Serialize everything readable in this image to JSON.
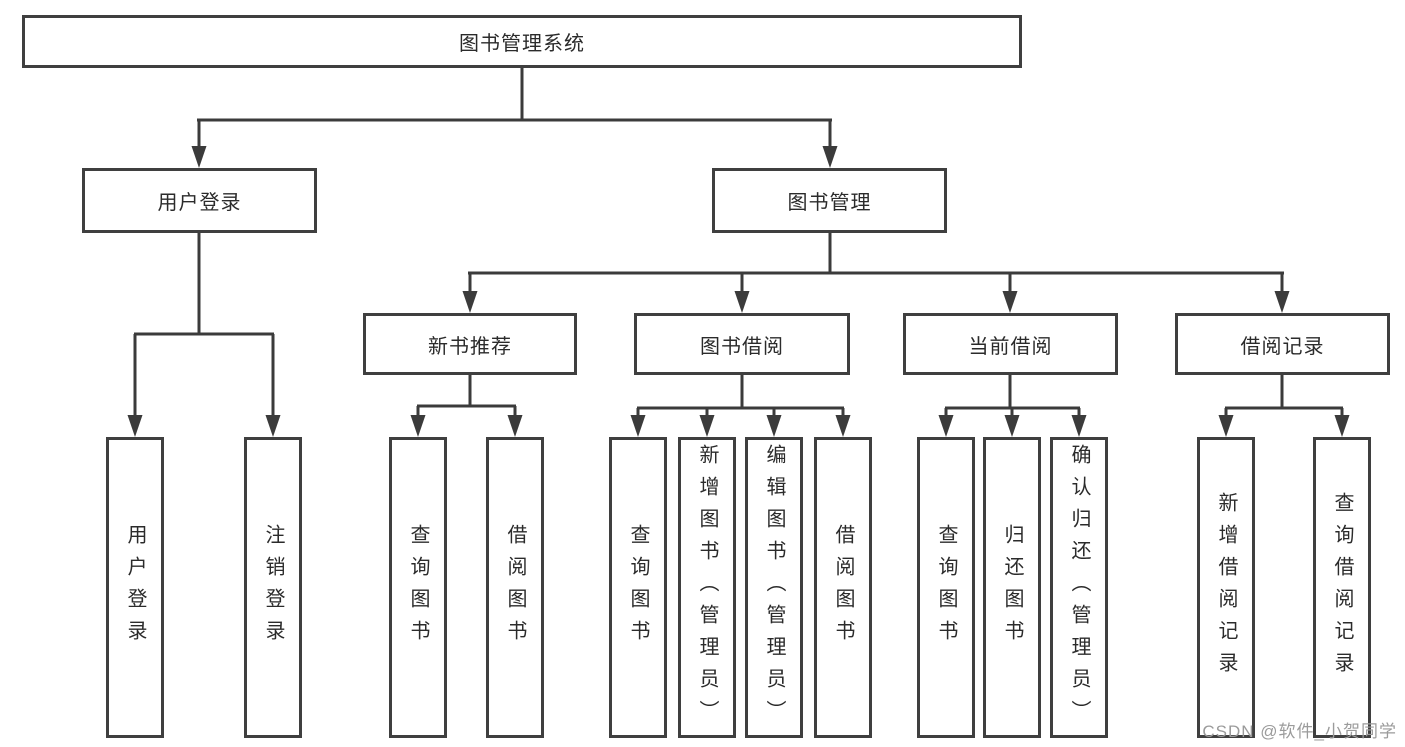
{
  "diagram": {
    "title": "图书管理系统",
    "nodes": {
      "root": "图书管理系统",
      "user_login": "用户登录",
      "book_mgmt": "图书管理",
      "new_books": "新书推荐",
      "book_borrow": "图书借阅",
      "current_borrow": "当前借阅",
      "borrow_records": "借阅记录",
      "leaf_user_login": "用户登录",
      "leaf_logout": "注销登录",
      "leaf_nb_query": "查询图书",
      "leaf_nb_borrow": "借阅图书",
      "leaf_bb_query": "查询图书",
      "leaf_bb_add": "新增图书（管理员）",
      "leaf_bb_edit": "编辑图书（管理员）",
      "leaf_bb_borrow": "借阅图书",
      "leaf_cb_query": "查询图书",
      "leaf_cb_return": "归还图书",
      "leaf_cb_confirm": "确认归还（管理员）",
      "leaf_br_add": "新增借阅记录",
      "leaf_br_query": "查询借阅记录"
    },
    "edges": [
      [
        "图书管理系统",
        "用户登录"
      ],
      [
        "图书管理系统",
        "图书管理"
      ],
      [
        "用户登录",
        "用户登录(叶)"
      ],
      [
        "用户登录",
        "注销登录"
      ],
      [
        "图书管理",
        "新书推荐"
      ],
      [
        "图书管理",
        "图书借阅"
      ],
      [
        "图书管理",
        "当前借阅"
      ],
      [
        "图书管理",
        "借阅记录"
      ],
      [
        "新书推荐",
        "查询图书"
      ],
      [
        "新书推荐",
        "借阅图书"
      ],
      [
        "图书借阅",
        "查询图书"
      ],
      [
        "图书借阅",
        "新增图书（管理员）"
      ],
      [
        "图书借阅",
        "编辑图书（管理员）"
      ],
      [
        "图书借阅",
        "借阅图书"
      ],
      [
        "当前借阅",
        "查询图书"
      ],
      [
        "当前借阅",
        "归还图书"
      ],
      [
        "当前借阅",
        "确认归还（管理员）"
      ],
      [
        "借阅记录",
        "新增借阅记录"
      ],
      [
        "借阅记录",
        "查询借阅记录"
      ]
    ]
  },
  "watermark": "CSDN @软件_小贺同学",
  "colors": {
    "line": "#3b3b3b",
    "box_border": "#3f3f3f",
    "text": "#2b2b2b",
    "watermark": "#9b9b9b",
    "background": "#ffffff"
  }
}
